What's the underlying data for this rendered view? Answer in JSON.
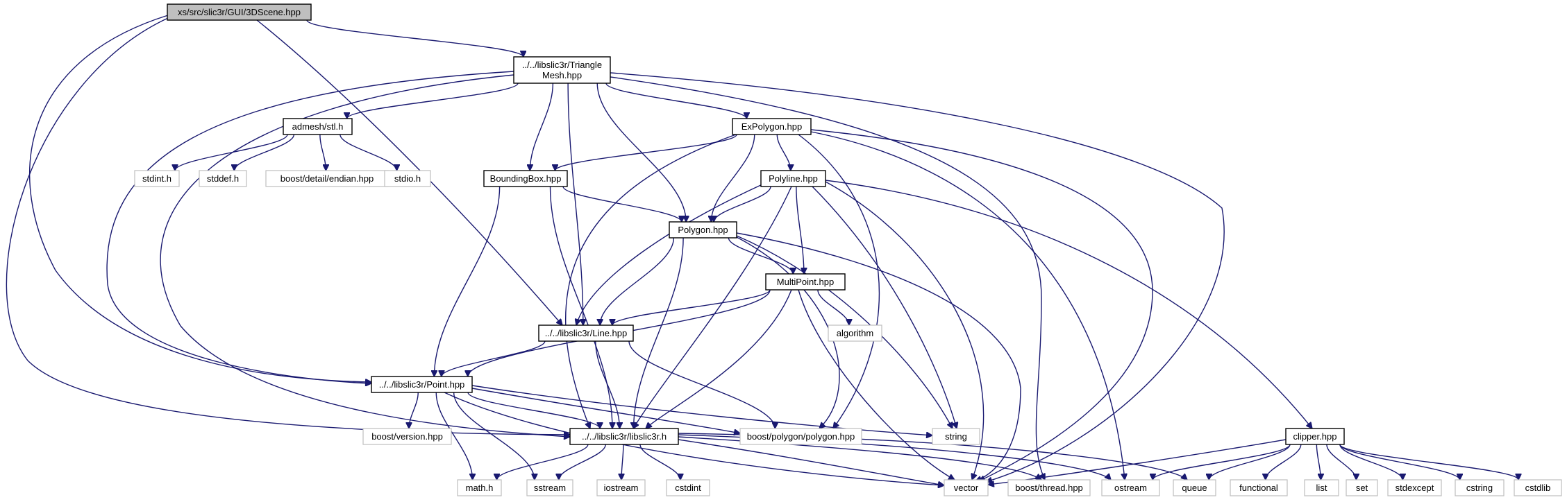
{
  "graph": {
    "colors": {
      "edge": "#191970",
      "root_fill": "#bfbfbf",
      "node_border": "#000000",
      "external_border": "#bfbfbf",
      "background": "#ffffff"
    },
    "nodes": [
      {
        "id": "scene",
        "lines": [
          "xs/src/slic3r/GUI/3DScene.hpp"
        ],
        "kind": "root"
      },
      {
        "id": "trimesh",
        "lines": [
          "../../libslic3r/Triangle",
          "Mesh.hpp"
        ],
        "kind": "local"
      },
      {
        "id": "stl",
        "lines": [
          "admesh/stl.h"
        ],
        "kind": "local"
      },
      {
        "id": "expoly",
        "lines": [
          "ExPolygon.hpp"
        ],
        "kind": "local"
      },
      {
        "id": "bbox",
        "lines": [
          "BoundingBox.hpp"
        ],
        "kind": "local"
      },
      {
        "id": "polyline",
        "lines": [
          "Polyline.hpp"
        ],
        "kind": "local"
      },
      {
        "id": "polygon",
        "lines": [
          "Polygon.hpp"
        ],
        "kind": "local"
      },
      {
        "id": "multipoint",
        "lines": [
          "MultiPoint.hpp"
        ],
        "kind": "local"
      },
      {
        "id": "line",
        "lines": [
          "../../libslic3r/Line.hpp"
        ],
        "kind": "local"
      },
      {
        "id": "point",
        "lines": [
          "../../libslic3r/Point.hpp"
        ],
        "kind": "local"
      },
      {
        "id": "libslic3r",
        "lines": [
          "../../libslic3r/libslic3r.h"
        ],
        "kind": "local"
      },
      {
        "id": "clipper",
        "lines": [
          "clipper.hpp"
        ],
        "kind": "local"
      },
      {
        "id": "stdint",
        "lines": [
          "stdint.h"
        ],
        "kind": "external"
      },
      {
        "id": "stddef",
        "lines": [
          "stddef.h"
        ],
        "kind": "external"
      },
      {
        "id": "endian",
        "lines": [
          "boost/detail/endian.hpp"
        ],
        "kind": "external"
      },
      {
        "id": "stdio",
        "lines": [
          "stdio.h"
        ],
        "kind": "external"
      },
      {
        "id": "algorithm",
        "lines": [
          "algorithm"
        ],
        "kind": "external"
      },
      {
        "id": "bversion",
        "lines": [
          "boost/version.hpp"
        ],
        "kind": "external"
      },
      {
        "id": "bpolygon",
        "lines": [
          "boost/polygon/polygon.hpp"
        ],
        "kind": "external"
      },
      {
        "id": "string",
        "lines": [
          "string"
        ],
        "kind": "external"
      },
      {
        "id": "mathh",
        "lines": [
          "math.h"
        ],
        "kind": "external"
      },
      {
        "id": "sstream",
        "lines": [
          "sstream"
        ],
        "kind": "external"
      },
      {
        "id": "iostream",
        "lines": [
          "iostream"
        ],
        "kind": "external"
      },
      {
        "id": "cstdint",
        "lines": [
          "cstdint"
        ],
        "kind": "external"
      },
      {
        "id": "vector",
        "lines": [
          "vector"
        ],
        "kind": "external"
      },
      {
        "id": "bthread",
        "lines": [
          "boost/thread.hpp"
        ],
        "kind": "external"
      },
      {
        "id": "ostream",
        "lines": [
          "ostream"
        ],
        "kind": "external"
      },
      {
        "id": "queue",
        "lines": [
          "queue"
        ],
        "kind": "external"
      },
      {
        "id": "functional",
        "lines": [
          "functional"
        ],
        "kind": "external"
      },
      {
        "id": "list",
        "lines": [
          "list"
        ],
        "kind": "external"
      },
      {
        "id": "set",
        "lines": [
          "set"
        ],
        "kind": "external"
      },
      {
        "id": "stdexcept",
        "lines": [
          "stdexcept"
        ],
        "kind": "external"
      },
      {
        "id": "cstring",
        "lines": [
          "cstring"
        ],
        "kind": "external"
      },
      {
        "id": "cstdlib",
        "lines": [
          "cstdlib"
        ],
        "kind": "external"
      }
    ],
    "edges": [
      {
        "from": "scene",
        "to": "trimesh"
      },
      {
        "from": "scene",
        "to": "line"
      },
      {
        "from": "scene",
        "to": "point"
      },
      {
        "from": "scene",
        "to": "libslic3r"
      },
      {
        "from": "trimesh",
        "to": "stl"
      },
      {
        "from": "trimesh",
        "to": "expoly"
      },
      {
        "from": "trimesh",
        "to": "bbox"
      },
      {
        "from": "trimesh",
        "to": "polygon"
      },
      {
        "from": "trimesh",
        "to": "line"
      },
      {
        "from": "trimesh",
        "to": "point"
      },
      {
        "from": "trimesh",
        "to": "libslic3r"
      },
      {
        "from": "trimesh",
        "to": "vector"
      },
      {
        "from": "trimesh",
        "to": "bthread"
      },
      {
        "from": "stl",
        "to": "stdint"
      },
      {
        "from": "stl",
        "to": "stddef"
      },
      {
        "from": "stl",
        "to": "endian"
      },
      {
        "from": "stl",
        "to": "stdio"
      },
      {
        "from": "expoly",
        "to": "bbox"
      },
      {
        "from": "expoly",
        "to": "polyline"
      },
      {
        "from": "expoly",
        "to": "polygon"
      },
      {
        "from": "expoly",
        "to": "libslic3r"
      },
      {
        "from": "expoly",
        "to": "bpolygon"
      },
      {
        "from": "expoly",
        "to": "vector"
      },
      {
        "from": "expoly",
        "to": "ostream"
      },
      {
        "from": "bbox",
        "to": "polygon"
      },
      {
        "from": "bbox",
        "to": "point"
      },
      {
        "from": "bbox",
        "to": "libslic3r"
      },
      {
        "from": "polyline",
        "to": "polygon"
      },
      {
        "from": "polyline",
        "to": "multipoint"
      },
      {
        "from": "polyline",
        "to": "line"
      },
      {
        "from": "polyline",
        "to": "libslic3r"
      },
      {
        "from": "polyline",
        "to": "string"
      },
      {
        "from": "polyline",
        "to": "vector"
      },
      {
        "from": "polyline",
        "to": "clipper"
      },
      {
        "from": "polygon",
        "to": "multipoint"
      },
      {
        "from": "polygon",
        "to": "line"
      },
      {
        "from": "polygon",
        "to": "libslic3r"
      },
      {
        "from": "polygon",
        "to": "bpolygon"
      },
      {
        "from": "polygon",
        "to": "string"
      },
      {
        "from": "polygon",
        "to": "vector"
      },
      {
        "from": "multipoint",
        "to": "algorithm"
      },
      {
        "from": "multipoint",
        "to": "line"
      },
      {
        "from": "multipoint",
        "to": "point"
      },
      {
        "from": "multipoint",
        "to": "libslic3r"
      },
      {
        "from": "multipoint",
        "to": "vector"
      },
      {
        "from": "line",
        "to": "point"
      },
      {
        "from": "line",
        "to": "libslic3r"
      },
      {
        "from": "line",
        "to": "bpolygon"
      },
      {
        "from": "point",
        "to": "bversion"
      },
      {
        "from": "point",
        "to": "libslic3r"
      },
      {
        "from": "point",
        "to": "bpolygon"
      },
      {
        "from": "point",
        "to": "mathh"
      },
      {
        "from": "point",
        "to": "sstream"
      },
      {
        "from": "point",
        "to": "string"
      },
      {
        "from": "point",
        "to": "vector"
      },
      {
        "from": "libslic3r",
        "to": "mathh"
      },
      {
        "from": "libslic3r",
        "to": "sstream"
      },
      {
        "from": "libslic3r",
        "to": "iostream"
      },
      {
        "from": "libslic3r",
        "to": "cstdint"
      },
      {
        "from": "libslic3r",
        "to": "vector"
      },
      {
        "from": "libslic3r",
        "to": "bthread"
      },
      {
        "from": "libslic3r",
        "to": "ostream"
      },
      {
        "from": "libslic3r",
        "to": "queue"
      },
      {
        "from": "clipper",
        "to": "vector"
      },
      {
        "from": "clipper",
        "to": "ostream"
      },
      {
        "from": "clipper",
        "to": "queue"
      },
      {
        "from": "clipper",
        "to": "functional"
      },
      {
        "from": "clipper",
        "to": "list"
      },
      {
        "from": "clipper",
        "to": "set"
      },
      {
        "from": "clipper",
        "to": "stdexcept"
      },
      {
        "from": "clipper",
        "to": "cstring"
      },
      {
        "from": "clipper",
        "to": "cstdlib"
      }
    ]
  }
}
